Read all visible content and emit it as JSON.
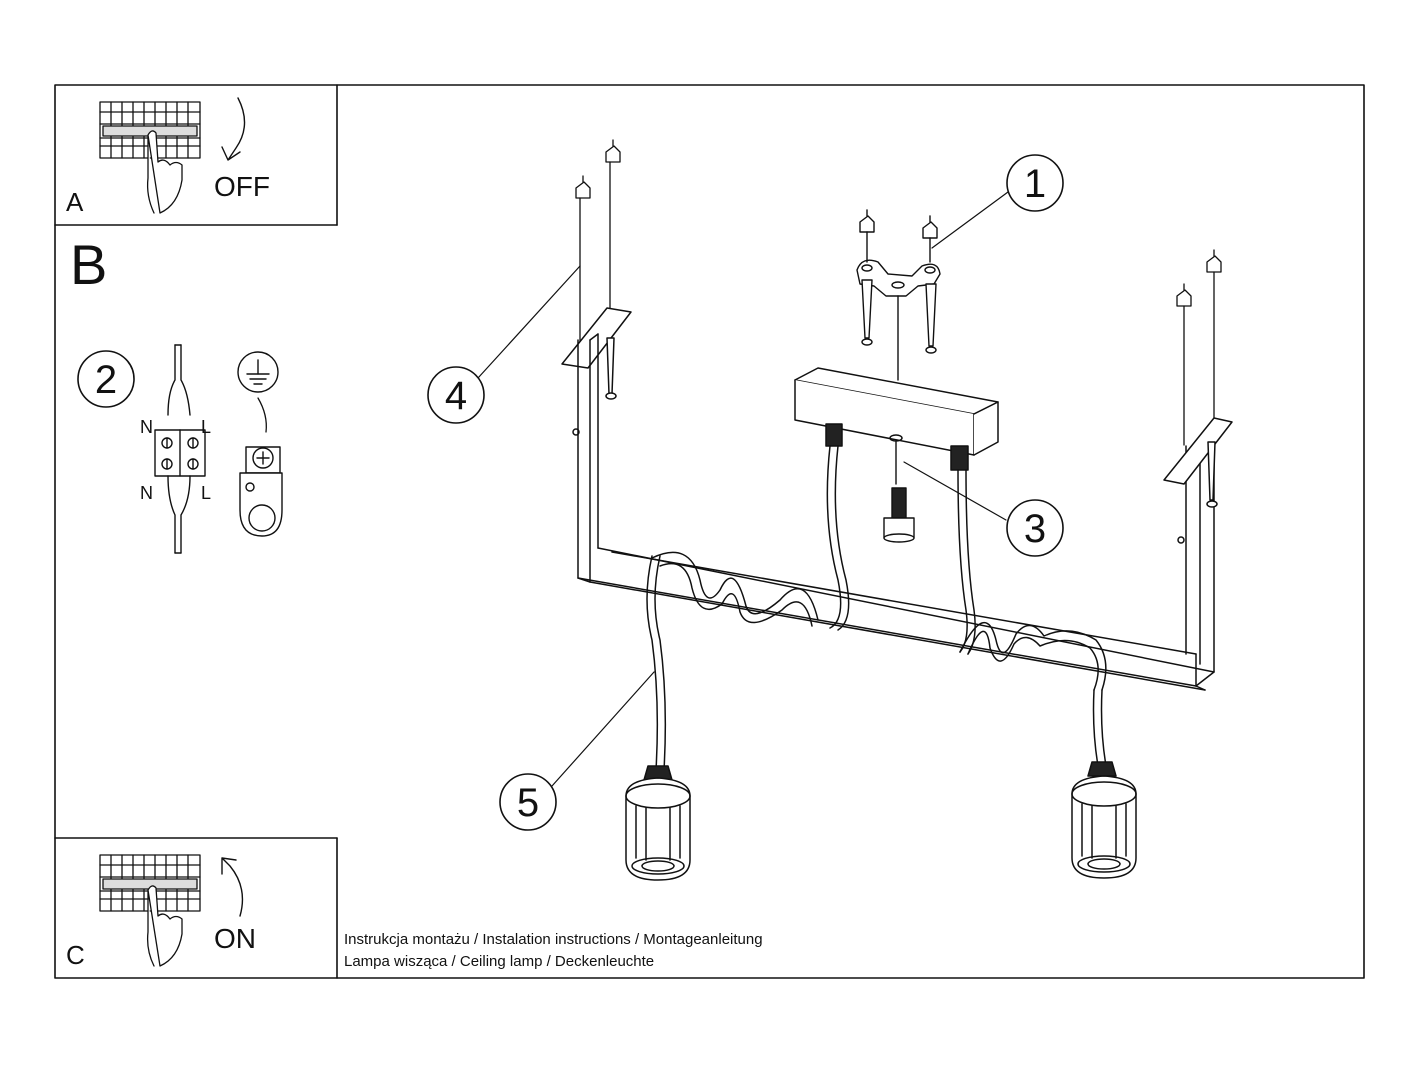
{
  "panels": {
    "a": {
      "letter": "A",
      "action": "OFF"
    },
    "b": {
      "letter": "B",
      "step_number": "2",
      "wire_labels": {
        "top_left": "N",
        "top_right": "L",
        "bottom_left": "N",
        "bottom_right": "L"
      }
    },
    "c": {
      "letter": "C",
      "action": "ON"
    }
  },
  "callouts": [
    {
      "number": "1"
    },
    {
      "number": "2"
    },
    {
      "number": "3"
    },
    {
      "number": "4"
    },
    {
      "number": "5"
    }
  ],
  "footer": {
    "line1": "Instrukcja montażu / Instalation instructions / Montageanleitung",
    "line2": "Lampa wisząca / Ceiling lamp / Deckenleuchte"
  },
  "colors": {
    "ink": "#111111",
    "paper": "#ffffff"
  }
}
